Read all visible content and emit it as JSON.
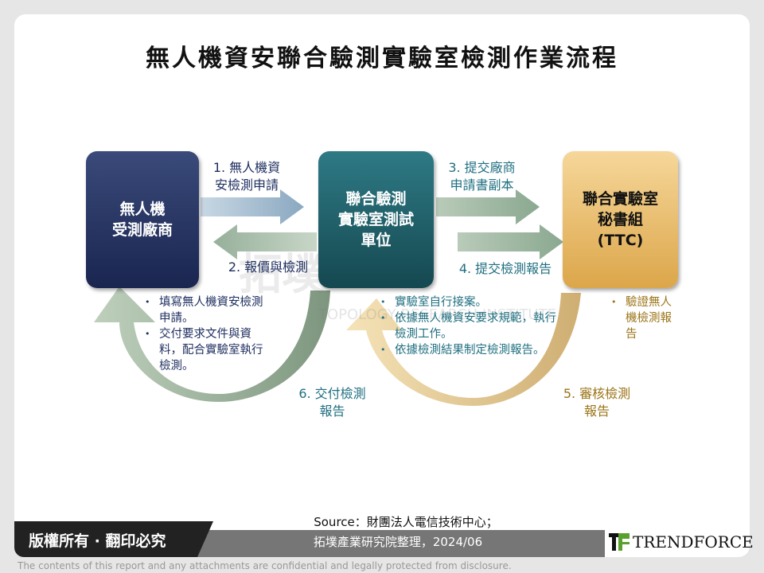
{
  "title": "無人機資安聯合驗測實驗室檢測作業流程",
  "boxes": {
    "vendor": "無人機\n受測廠商",
    "lab": "聯合驗測\n實驗室測試\n單位",
    "ttc": "聯合實驗室\n秘書組\n(TTC)"
  },
  "steps": {
    "s1": "1. 無人機資\n安檢測申請",
    "s2": "2. 報價與檢測",
    "s3": "3. 提交廠商\n申請書副本",
    "s4": "4. 提交檢測報告",
    "s5": "5. 審核檢測\n報告",
    "s6": "6. 交付檢測\n報告"
  },
  "vendor_tasks": [
    "填寫無人機資安檢測申請。",
    "交付要求文件與資料，配合實驗室執行檢測。"
  ],
  "lab_tasks": [
    "實驗室自行接案。",
    "依據無人機資安要求規範，執行檢測工作。",
    "依據檢測結果制定檢測報告。"
  ],
  "ttc_tasks": [
    "驗證無人機檢測報告"
  ],
  "watermark": {
    "cn": "拓墣",
    "en": "TOPOLOGY RESEARCH INSTITUTE"
  },
  "footer": {
    "copyright": "版權所有 · 翻印必究",
    "source_line1": "Source：財團法人電信技術中心；",
    "source_line2": "拓墣產業研究院整理，2024/06",
    "logo": "TRENDFORCE",
    "disclaimer": "The contents of this report and any attachments are confidential and legally protected from disclosure."
  },
  "colors": {
    "navy": "#1f2f60",
    "teal": "#1f6f80",
    "gold": "#dca64a",
    "green": "#8aa890",
    "light_blue": "#9fb8cc"
  }
}
